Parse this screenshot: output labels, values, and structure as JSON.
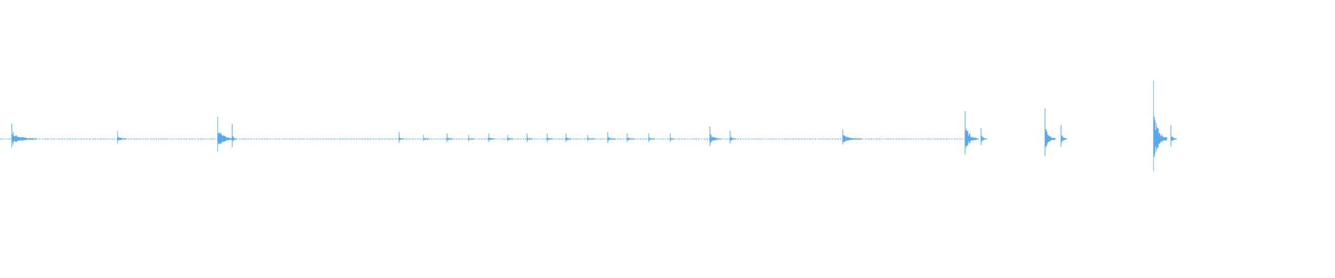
{
  "waveform": {
    "color": "#5aa9e6",
    "duration_fraction": 0.725,
    "events": [
      {
        "at": 0.009,
        "amp": 0.11,
        "tail": 0.018
      },
      {
        "at": 0.088,
        "amp": 0.06,
        "tail": 0.006
      },
      {
        "at": 0.163,
        "amp": 0.16,
        "tail": 0.012
      },
      {
        "at": 0.174,
        "amp": 0.11,
        "tail": 0.003
      },
      {
        "at": 0.299,
        "amp": 0.05,
        "tail": 0.003
      },
      {
        "at": 0.317,
        "amp": 0.03,
        "tail": 0.004
      },
      {
        "at": 0.335,
        "amp": 0.04,
        "tail": 0.004
      },
      {
        "at": 0.351,
        "amp": 0.03,
        "tail": 0.004
      },
      {
        "at": 0.366,
        "amp": 0.04,
        "tail": 0.004
      },
      {
        "at": 0.38,
        "amp": 0.03,
        "tail": 0.004
      },
      {
        "at": 0.395,
        "amp": 0.04,
        "tail": 0.003
      },
      {
        "at": 0.41,
        "amp": 0.04,
        "tail": 0.004
      },
      {
        "at": 0.424,
        "amp": 0.04,
        "tail": 0.004
      },
      {
        "at": 0.44,
        "amp": 0.03,
        "tail": 0.005
      },
      {
        "at": 0.455,
        "amp": 0.05,
        "tail": 0.005
      },
      {
        "at": 0.47,
        "amp": 0.04,
        "tail": 0.005
      },
      {
        "at": 0.486,
        "amp": 0.04,
        "tail": 0.004
      },
      {
        "at": 0.502,
        "amp": 0.04,
        "tail": 0.003
      },
      {
        "at": 0.532,
        "amp": 0.09,
        "tail": 0.008
      },
      {
        "at": 0.547,
        "amp": 0.06,
        "tail": 0.004
      },
      {
        "at": 0.631,
        "amp": 0.07,
        "tail": 0.014
      },
      {
        "at": 0.723,
        "amp": 0.2,
        "tail": 0.01
      },
      {
        "at": 0.735,
        "amp": 0.08,
        "tail": 0.004
      },
      {
        "at": 0.783,
        "amp": 0.22,
        "tail": 0.008
      },
      {
        "at": 0.795,
        "amp": 0.1,
        "tail": 0.004
      },
      {
        "at": 0.864,
        "amp": 0.42,
        "tail": 0.01
      },
      {
        "at": 0.877,
        "amp": 0.1,
        "tail": 0.004
      }
    ]
  }
}
